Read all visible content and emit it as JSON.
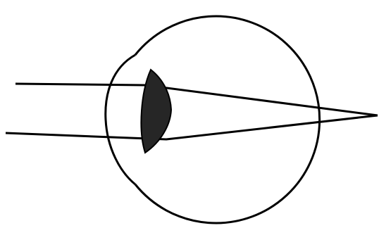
{
  "diagram": {
    "subject": "eye-cross-section-light-rays",
    "colors": {
      "background": "#ffffff",
      "stroke": "#000000",
      "lens_fill": "#262626"
    },
    "parts": {
      "eyeball": "eyeball-outline",
      "cornea": "cornea-bulge",
      "lens": "lens",
      "ray_top": "light-ray-top",
      "ray_bottom": "light-ray-bottom"
    }
  }
}
